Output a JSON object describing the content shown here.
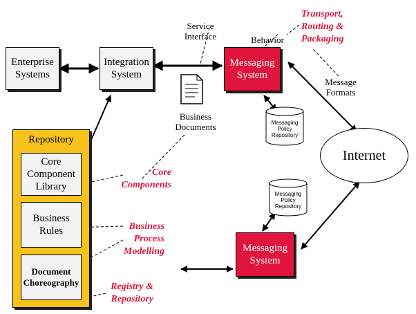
{
  "nodes": {
    "enterprise": "Enterprise\nSystems",
    "integration": "Integration\nSystem",
    "messaging_top": "Messaging\nSystem",
    "messaging_bottom": "Messaging\nSystem",
    "internet": "Internet",
    "repository": "Repository",
    "core_component_library": "Core\nComponent\nLibrary",
    "business_rules": "Business\nRules",
    "document_choreography": "Document\nChoreography",
    "policy_repo_top": "Messaging\nPolicy\nRepository",
    "policy_repo_bottom": "Messaging\nPolicy\nRepository"
  },
  "labels": {
    "service_interface": "Service\nInterface",
    "behavior": "Behavior",
    "message_formats": "Message\nFormats",
    "business_documents": "Business\nDocuments"
  },
  "callouts": {
    "transport": "Transport,\nRouting &\nPackaging",
    "core_components": "Core\nComponents",
    "business_process": "Business\nProcess\nModelling",
    "registry": "Registry &\nRepository"
  },
  "colors": {
    "messaging_fill": "#e0143c",
    "repository_fill": "#f7c21a",
    "callout_text": "#e0143c",
    "box_fill": "#f3f3f3"
  },
  "icons": {
    "document": "document-icon"
  }
}
